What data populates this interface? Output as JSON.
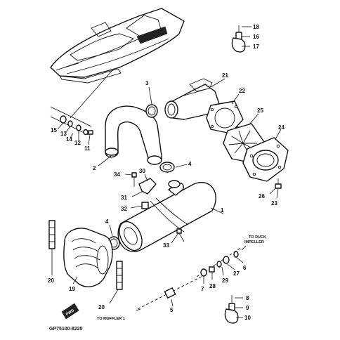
{
  "callouts": {
    "c1": "1",
    "c2": "2",
    "c3": "3",
    "c4a": "4",
    "c4b": "4",
    "c5": "5",
    "c6": "6",
    "c7": "7",
    "c8": "8",
    "c9": "9",
    "c10": "10",
    "c11": "11",
    "c12": "12",
    "c13": "13",
    "c14": "14",
    "c15": "15",
    "c16": "16",
    "c17": "17",
    "c18": "18",
    "c19": "19",
    "c20a": "20",
    "c20b": "20",
    "c21": "21",
    "c22": "22",
    "c23": "23",
    "c24": "24",
    "c25": "25",
    "c26": "26",
    "c27": "27",
    "c28": "28",
    "c29": "29",
    "c30": "30",
    "c31": "31",
    "c32": "32",
    "c33": "33",
    "c34": "34"
  },
  "notes": {
    "to_duck_1": "TO DUCK",
    "to_duck_2": "IMPELLER",
    "to_muffler": "TO MUFFLER 1",
    "fwd": "FWD"
  },
  "drawing_code": "GP75100-8220"
}
